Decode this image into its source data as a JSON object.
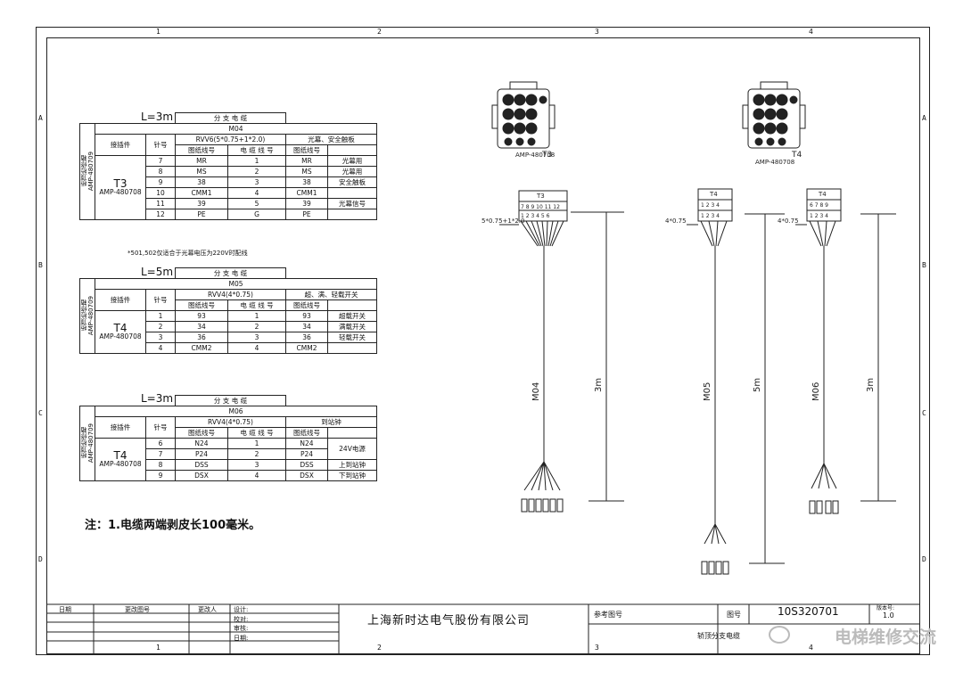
{
  "frame": {
    "col_numbers": [
      "1",
      "2",
      "3",
      "4"
    ],
    "row_letters": [
      "A",
      "B",
      "C",
      "D"
    ]
  },
  "table1": {
    "length": "L=3m",
    "cable_name": "分 支 电 缆",
    "cable_code": "M04",
    "side_label": "桥顶检修箱",
    "side_code": "AMP-480709",
    "header_connector": "接插件",
    "header_pin": "针号",
    "header_spec": "RVV6(5*0.75+1*2.0)",
    "header_target": "光幕、安全触板",
    "sub_wire": "图纸线号",
    "sub_cable": "电 缆 线 号",
    "sub_target_wire": "图纸线号",
    "connector": "T3",
    "connector_part": "AMP-480708",
    "rows": [
      {
        "pin": "7",
        "wire": "MR",
        "cable": "1",
        "twire": "MR",
        "use": "光幕用"
      },
      {
        "pin": "8",
        "wire": "MS",
        "cable": "2",
        "twire": "MS",
        "use": "光幕用"
      },
      {
        "pin": "9",
        "wire": "38",
        "cable": "3",
        "twire": "38",
        "use": "安全触板"
      },
      {
        "pin": "10",
        "wire": "CMM1",
        "cable": "4",
        "twire": "CMM1",
        "use": ""
      },
      {
        "pin": "11",
        "wire": "39",
        "cable": "5",
        "twire": "39",
        "use": "光幕信号"
      },
      {
        "pin": "12",
        "wire": "PE",
        "cable": "G",
        "twire": "PE",
        "use": ""
      }
    ],
    "footnote": "*501,502仅适合于光幕电压为220V时配线"
  },
  "table2": {
    "length": "L=5m",
    "cable_name": "分 支 电 缆",
    "cable_code": "M05",
    "side_label": "桥顶检修箱",
    "side_code": "AMP-480709",
    "header_connector": "接插件",
    "header_pin": "针号",
    "header_spec": "RVV4(4*0.75)",
    "header_target": "超、满、轻载开关",
    "sub_wire": "图纸线号",
    "sub_cable": "电 缆 线 号",
    "sub_target_wire": "图纸线号",
    "connector": "T4",
    "connector_part": "AMP-480708",
    "rows": [
      {
        "pin": "1",
        "wire": "93",
        "cable": "1",
        "twire": "93",
        "use": "超载开关"
      },
      {
        "pin": "2",
        "wire": "34",
        "cable": "2",
        "twire": "34",
        "use": "满载开关"
      },
      {
        "pin": "3",
        "wire": "36",
        "cable": "3",
        "twire": "36",
        "use": "轻载开关"
      },
      {
        "pin": "4",
        "wire": "CMM2",
        "cable": "4",
        "twire": "CMM2",
        "use": ""
      }
    ]
  },
  "table3": {
    "length": "L=3m",
    "cable_name": "分 支 电 缆",
    "cable_code": "M06",
    "side_label": "桥顶检修箱",
    "side_code": "AMP-480709",
    "header_connector": "接插件",
    "header_pin": "针号",
    "header_spec": "RVV4(4*0.75)",
    "header_target": "到站钟",
    "sub_wire": "图纸线号",
    "sub_cable": "电 缆 线 号",
    "sub_target_wire": "图纸线号",
    "connector": "T4",
    "connector_part": "AMP-480708",
    "rows": [
      {
        "pin": "6",
        "wire": "N24",
        "cable": "1",
        "twire": "N24"
      },
      {
        "pin": "7",
        "wire": "P24",
        "cable": "2",
        "twire": "P24"
      },
      {
        "pin": "8",
        "wire": "DSS",
        "cable": "3",
        "twire": "DSS"
      },
      {
        "pin": "9",
        "wire": "DSX",
        "cable": "4",
        "twire": "DSX"
      }
    ],
    "use_24v": "24V电源",
    "use_up": "上到站钟",
    "use_down": "下到站钟"
  },
  "note": "注：1.电缆两端剥皮长100毫米。",
  "diagram": {
    "conn1_label": "T3",
    "conn1_part": "AMP-480708",
    "conn2_label": "T4",
    "conn2_part": "AMP-480708",
    "cable1": {
      "top": "T3",
      "pins": "7 8 9 10 11 12",
      "sub": "1 2 3 4 5 6",
      "spec": "5*0.75+1*2.0",
      "name": "M04",
      "length": "3m"
    },
    "cable2": {
      "top": "T4",
      "pins": "1 2 3 4",
      "sub": "1 2 3 4",
      "spec": "4*0.75",
      "name": "M05",
      "length": "5m"
    },
    "cable3": {
      "top": "T4",
      "pins": "6 7 8 9",
      "sub": "1 2 3 4",
      "spec": "4*0.75",
      "name": "M06",
      "length": "3m"
    }
  },
  "title_block": {
    "date": "日期",
    "change_no": "更改图号",
    "changed_by": "更改人",
    "design": "设计:",
    "check": "校对:",
    "review": "审核:",
    "date2": "日期:",
    "company": "上海新时达电气股份有限公司",
    "ref_drawing": "参考图号",
    "drawing_no_label": "图号",
    "drawing_no": "10S320701",
    "version_label": "版本号:",
    "version": "1.0",
    "drawing_title": "轿顶分支电缆"
  },
  "watermark": "电梯维修交流"
}
